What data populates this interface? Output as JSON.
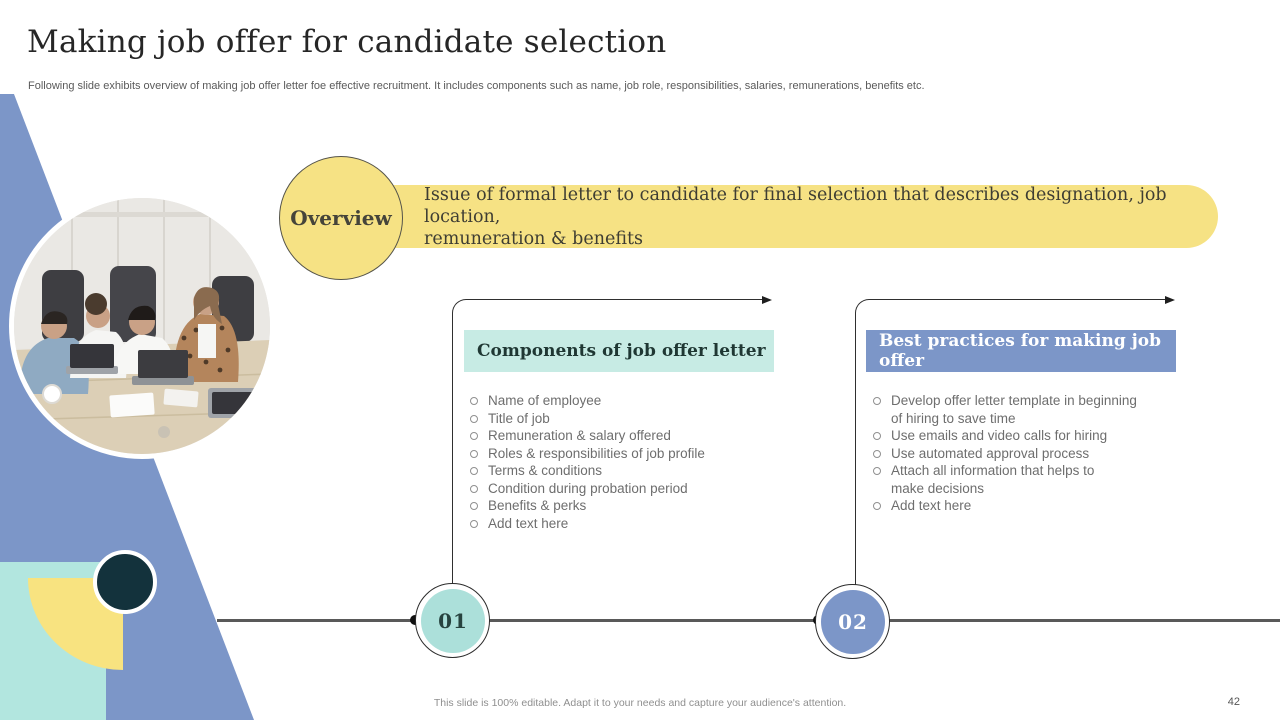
{
  "slide": {
    "title": "Making job offer for candidate selection",
    "subtitle": "Following slide exhibits overview of making job offer letter foe effective recruitment. It includes components such as name, job role, responsibilities, salaries, remunerations, benefits etc.",
    "footer_note": "This slide is 100% editable. Adapt it to your needs and capture your audience's attention.",
    "page_number": "42"
  },
  "overview": {
    "badge_label": "Overview",
    "description": "Issue of formal letter to candidate for final selection that describes designation, job location,\nremuneration & benefits"
  },
  "cards": [
    {
      "number": "01",
      "title": "Components of job offer letter",
      "items": [
        "Name of employee",
        "Title of job",
        "Remuneration & salary offered",
        "Roles & responsibilities of job profile",
        "Terms & conditions",
        "Condition during probation period",
        "Benefits & perks",
        "Add text here"
      ]
    },
    {
      "number": "02",
      "title": "Best practices for making job offer",
      "items": [
        "Develop offer letter template in beginning\nof hiring to save time",
        "Use emails and video calls for hiring",
        "Use automated approval process",
        "Attach all information that helps to\nmake decisions",
        "Add text here"
      ]
    }
  ],
  "colors": {
    "blue": "#7C96C8",
    "teal": "#ACE0DA",
    "teal-light": "#C7EBE4",
    "teal-pale": "#B2E6DF",
    "yellow": "#F6E284",
    "navy": "#13323C",
    "line": "#595959",
    "text-dark": "#262626",
    "text-gray": "#6E6E6E"
  }
}
